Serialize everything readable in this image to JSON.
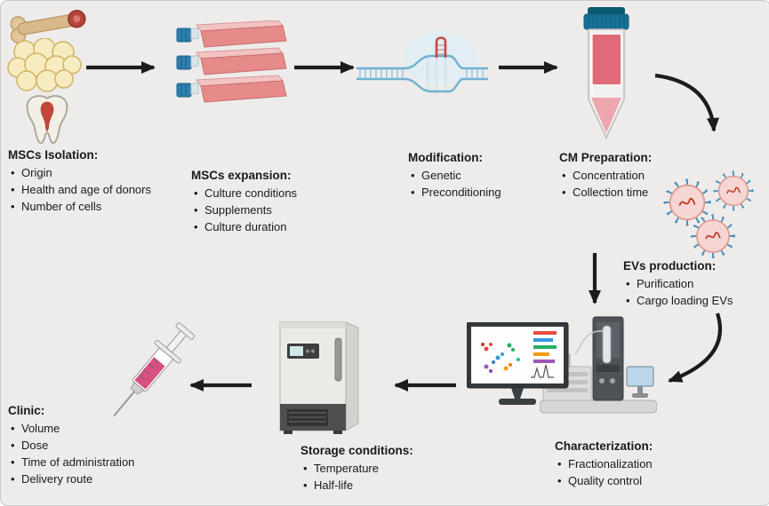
{
  "figure": {
    "steps": {
      "isolation": {
        "title": "MSCs Isolation:",
        "items": [
          "Origin",
          "Health and age of donors",
          "Number of cells"
        ]
      },
      "expansion": {
        "title": "MSCs expansion:",
        "items": [
          "Culture conditions",
          "Supplements",
          "Culture duration"
        ]
      },
      "modification": {
        "title": "Modification:",
        "items": [
          "Genetic",
          "Preconditioning"
        ]
      },
      "cm_preparation": {
        "title": "CM Preparation:",
        "items": [
          "Concentration",
          "Collection time"
        ]
      },
      "evs_production": {
        "title": "EVs production:",
        "items": [
          "Purification",
          "Cargo loading EVs"
        ]
      },
      "characterization": {
        "title": "Characterization:",
        "items": [
          "Fractionalization",
          "Quality control"
        ]
      },
      "storage": {
        "title": "Storage conditions:",
        "items": [
          "Temperature",
          "Half-life"
        ]
      },
      "clinic": {
        "title": "Clinic:",
        "items": [
          "Volume",
          "Dose",
          "Time of administration",
          "Delivery route"
        ]
      }
    },
    "icons": [
      "bone-icon",
      "fat-tissue-icon",
      "tooth-icon",
      "culture-flasks-icon",
      "dna-modification-icon",
      "centrifuge-tube-icon",
      "extracellular-vesicles-icon",
      "analysis-monitor-icon",
      "chromatography-instrument-icon",
      "lab-freezer-icon",
      "syringe-icon"
    ],
    "colors": {
      "background": "#edecea",
      "arrow": "#1c1c1c",
      "flask_pink": "#e78a8a",
      "cap_blue": "#2e7fb0",
      "tube_cap_blue": "#177197",
      "tube_pink": "#e06a76",
      "ev_pink": "#f6d6d2",
      "ev_spike_blue": "#4a90b8",
      "dna_blue": "#6fb1d2",
      "syringe_liquid_pink": "#d94f82",
      "freezer_dark": "#4e4e4e"
    }
  }
}
